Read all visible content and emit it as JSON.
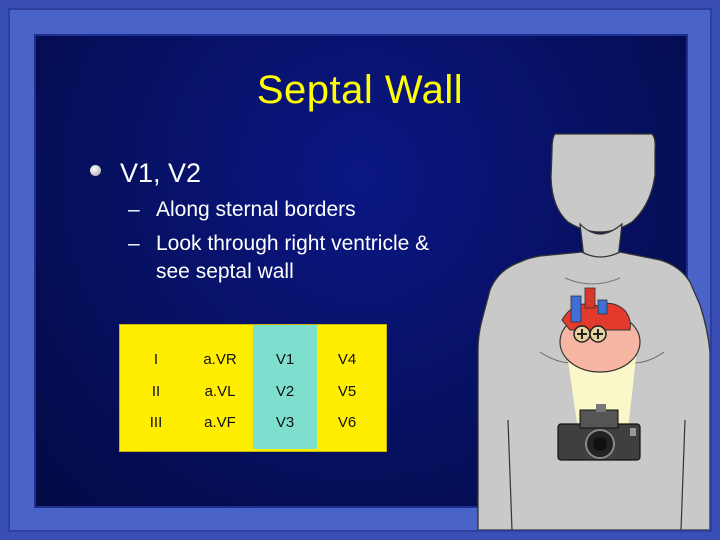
{
  "slide": {
    "title": "Septal Wall",
    "bullet": "V1, V2",
    "subbullets": [
      {
        "dash": "–",
        "text": "Along sternal borders"
      },
      {
        "dash": "–",
        "text": "Look through right ventricle &"
      },
      {
        "dash": "",
        "text": "see septal wall"
      }
    ]
  },
  "lead_table": {
    "rows": [
      [
        "I",
        "a.VR",
        "V1",
        "V4"
      ],
      [
        "II",
        "a.VL",
        "V2",
        "V5"
      ],
      [
        "III",
        "a.VF",
        "V3",
        "V6"
      ]
    ],
    "highlighted_column": 2
  },
  "colors": {
    "title": "#ffff00",
    "table_bg": "#ffee00",
    "highlight": "#7fdfcf",
    "skin": "#c9c9c9"
  },
  "illustration": {
    "icons": [
      "torso-icon",
      "heart-icon",
      "plus-electrode-icon",
      "camera-icon"
    ]
  }
}
